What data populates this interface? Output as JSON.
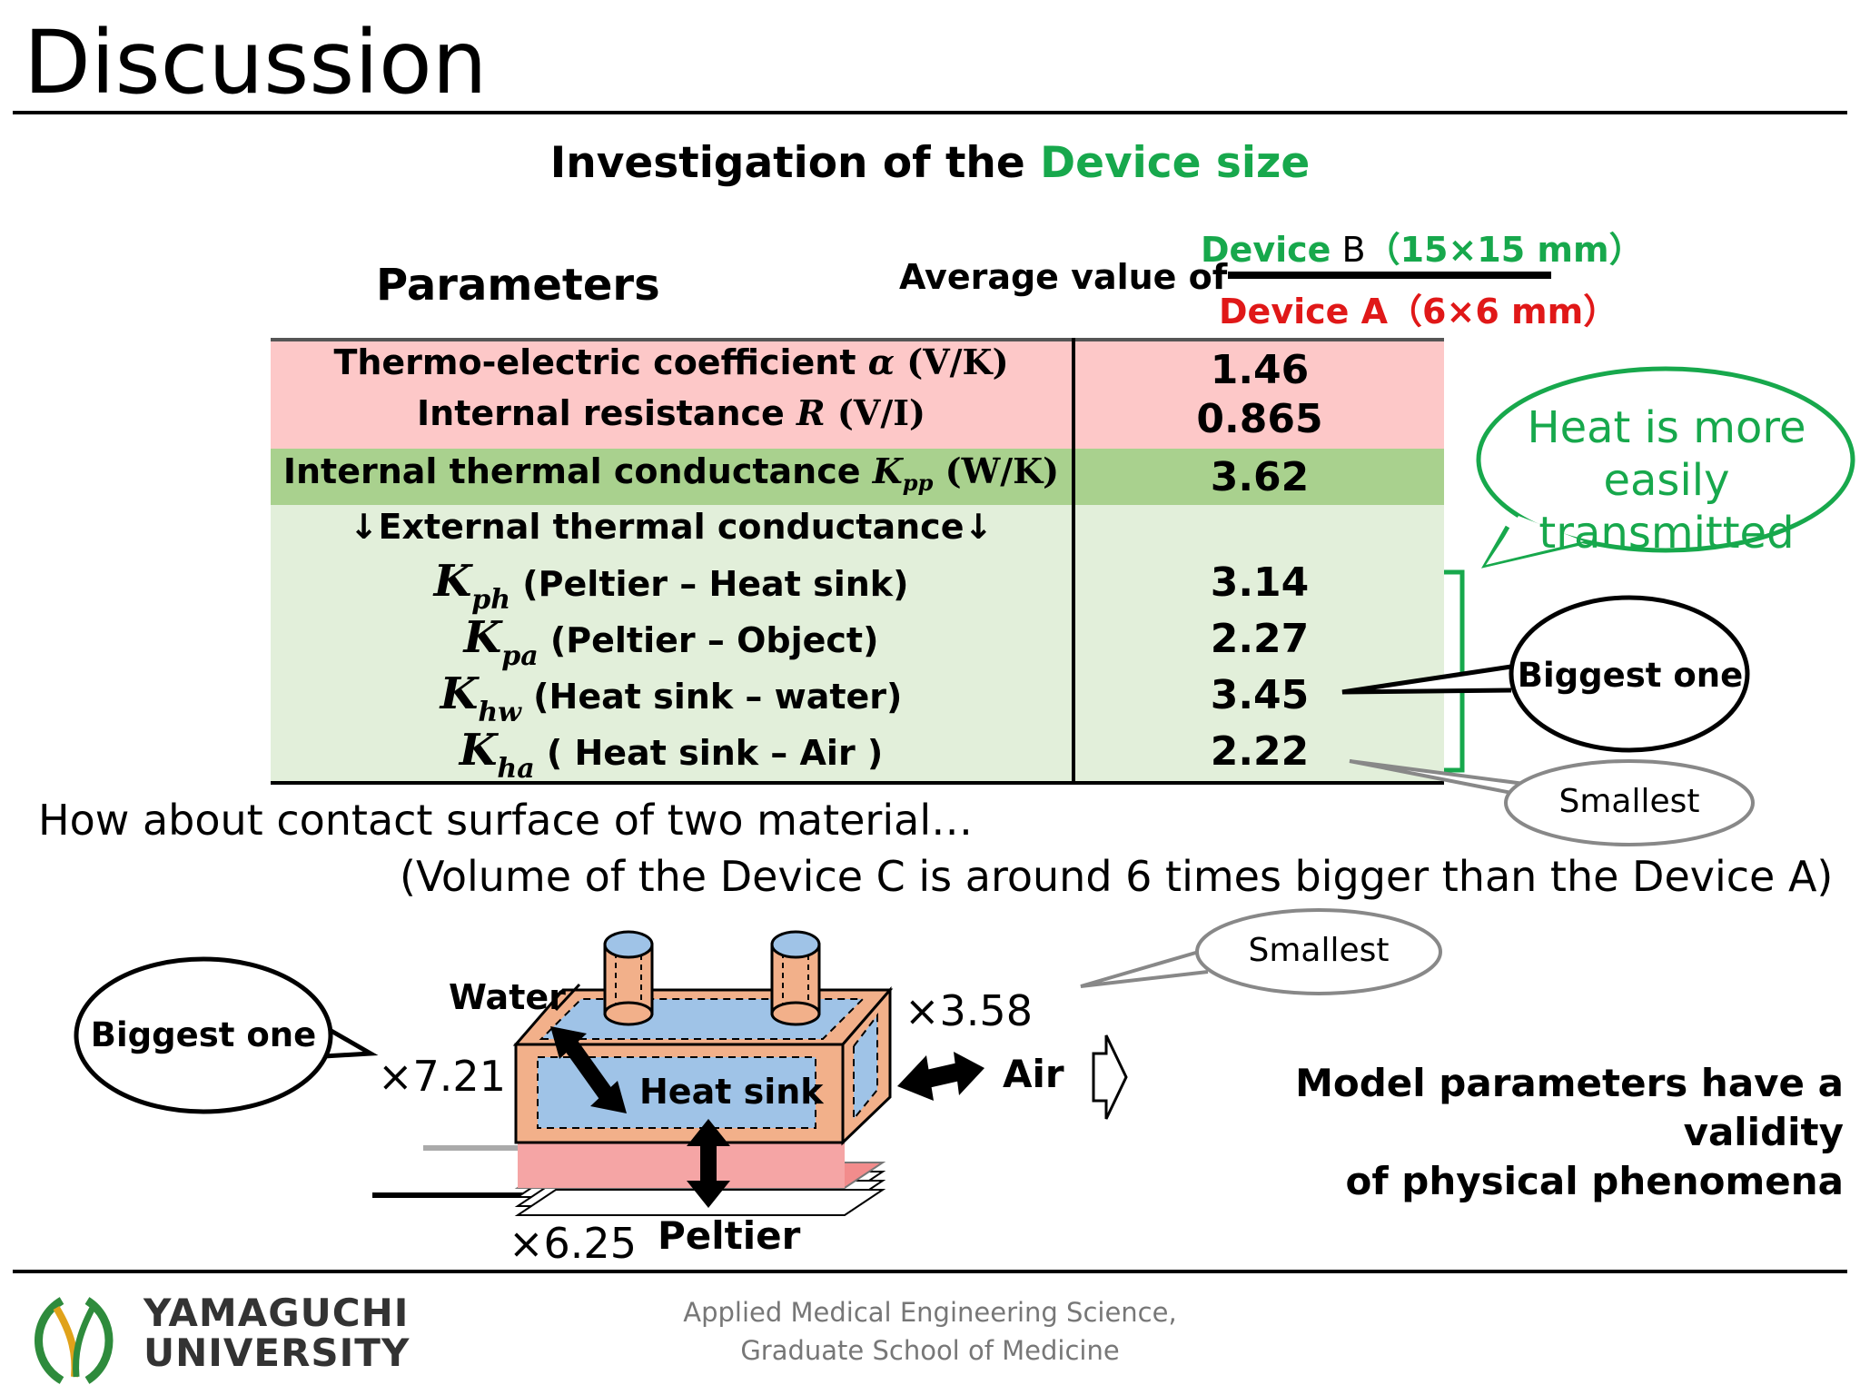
{
  "slide": {
    "title": "Discussion",
    "subtitle_prefix": "Investigation of the ",
    "subtitle_highlight": "Device size"
  },
  "header": {
    "parameters_label": "Parameters",
    "average_label": "Average value of",
    "numerator_green": "Device",
    "numerator_black": " B",
    "numerator_green2": "（15×15 mm）",
    "denominator": "Device A（6×6 mm）"
  },
  "table": {
    "rows": [
      {
        "label": "Thermo-electric coefficient ",
        "symbol": "α",
        "unit": " (V/K)",
        "value": "1.46"
      },
      {
        "label": "Internal resistance ",
        "symbol": "R",
        "unit": " (V/I)",
        "value": "0.865"
      },
      {
        "label": "Internal thermal conductance ",
        "symbol": "K",
        "sub": "pp",
        "unit": " (W/K)",
        "value": "3.62"
      }
    ],
    "external_header": "↓External thermal conductance↓",
    "external_rows": [
      {
        "symbol": "K",
        "sub": "ph",
        "label": " (Peltier – Heat sink)",
        "value": "3.14"
      },
      {
        "symbol": "K",
        "sub": "pa",
        "label": " (Peltier   –   Object)",
        "value": "2.27"
      },
      {
        "symbol": "K",
        "sub": "hw",
        "label": " (Heat sink  – water)",
        "value": "3.45"
      },
      {
        "symbol": "K",
        "sub": "ha",
        "label": " ( Heat sink  –  Air   )",
        "value": "2.22"
      }
    ]
  },
  "callouts": {
    "heat_more_line1": "Heat is more",
    "heat_more_line2": "easily transmitted",
    "biggest_one_right": "Biggest one",
    "smallest_right": "Smallest",
    "smallest_diagram": "Smallest",
    "biggest_one_left": "Biggest one"
  },
  "contact": {
    "line1": "How about contact surface of two material…",
    "line2": "(Volume of the Device C is around 6 times bigger than the Device A)"
  },
  "diagram": {
    "water_label": "Water",
    "heat_sink_label": "Heat sink",
    "air_label": "Air",
    "peltier_label": "Peltier",
    "ratio_water": "×7.21",
    "ratio_air": "×3.58",
    "ratio_peltier": "×6.25"
  },
  "conclusion": {
    "line1": "Model parameters have a validity",
    "line2": "of physical phenomena"
  },
  "footer": {
    "university_line1": "YAMAGUCHI",
    "university_line2": "UNIVERSITY",
    "dept_line1": "Applied Medical Engineering Science,",
    "dept_line2": "Graduate School of Medicine"
  },
  "colors": {
    "accent_green": "#17a84c",
    "accent_red": "#e01818",
    "pink_band": "#fdc8c8",
    "green_band": "#a9d18e",
    "light_green_band": "#e2efda"
  }
}
